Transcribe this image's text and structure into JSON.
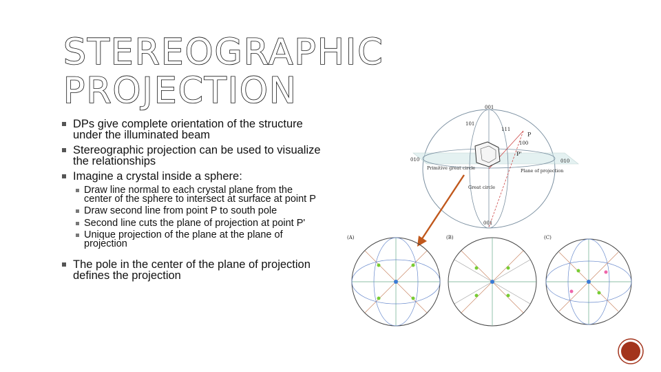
{
  "slide": {
    "title_line1": "STEREOGRAPHIC",
    "title_line2": "PROJECTION",
    "bullets": [
      "DPs give complete orientation of the structure under the illuminated beam",
      "Stereographic projection can be used to visualize the relationships",
      "Imagine a crystal inside a sphere:"
    ],
    "sub_bullets": [
      "Draw line normal to each crystal plane from the center of the sphere to intersect at surface at point P",
      "Draw second line from point P to south pole",
      "Second line cuts the plane of projection at point P'",
      "Unique projection of the plane at the plane of projection"
    ],
    "final_bullet": "The pole in the center of the plane of projection defines the projection"
  },
  "sphere_figure": {
    "top_label": "001",
    "bottom_label": "001",
    "left_label": "010",
    "right_label": "010",
    "primitive_label": "Primitive great circle",
    "great_label": "Great circle",
    "plane_label": "Plane of projection",
    "p_label": "P",
    "p_prime_label": "P'",
    "l101": "101",
    "l111": "111",
    "l100": "100"
  },
  "projections": {
    "labels": [
      "(A)",
      "(B)",
      "(C)"
    ]
  },
  "colors": {
    "arrow": "#c0581c",
    "badge": "#a3341c",
    "plane": "#cfe7e6",
    "sphere_line": "#7a8fa0"
  }
}
